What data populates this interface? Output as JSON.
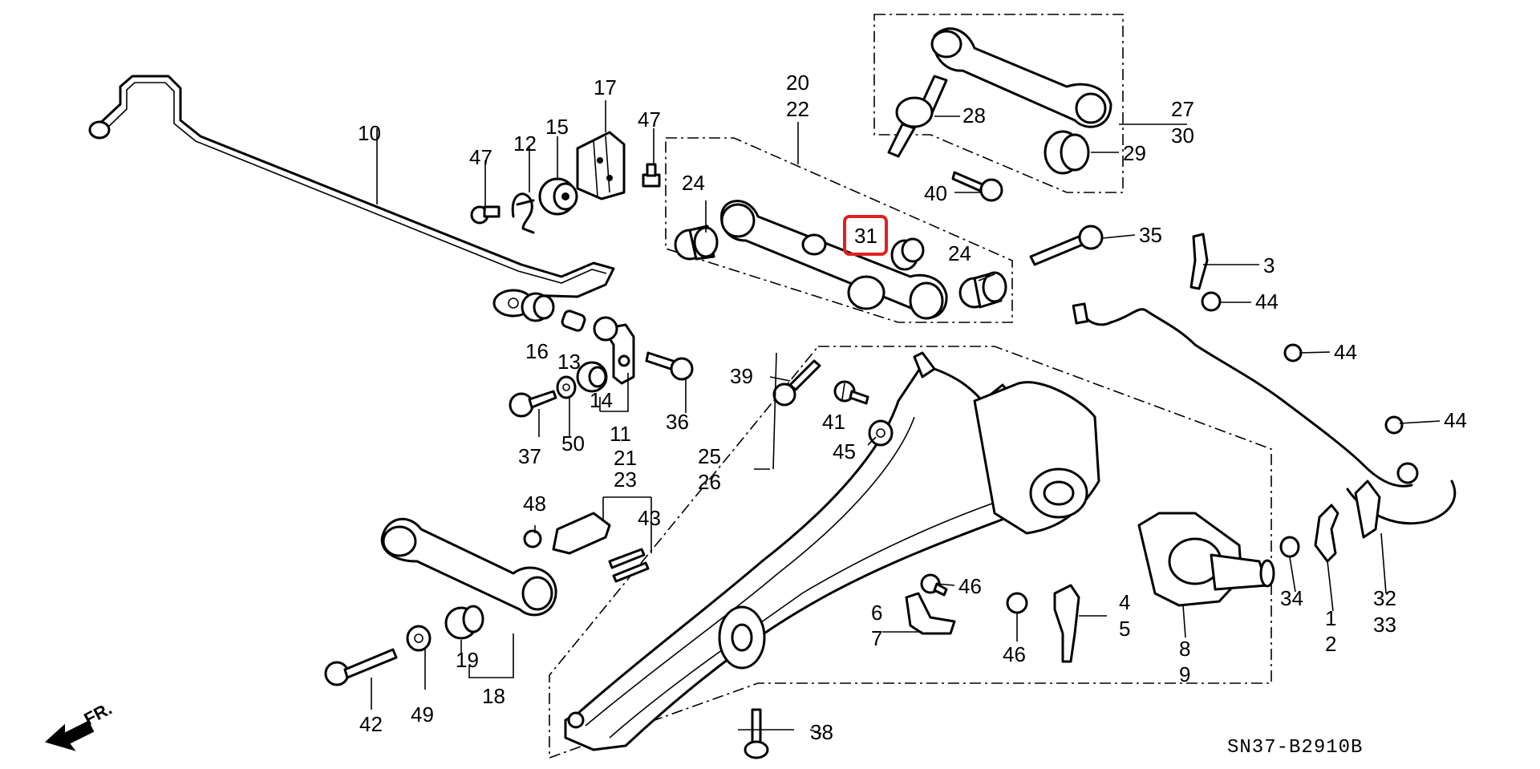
{
  "diagram_code": "SN37-B2910B",
  "front_indicator": "FR.",
  "highlight_color": "#e02020",
  "highlighted_part": "31",
  "labels": {
    "p1": "1",
    "p2": "2",
    "p3": "3",
    "p4": "4",
    "p5": "5",
    "p6": "6",
    "p7": "7",
    "p8": "8",
    "p9": "9",
    "p10": "10",
    "p11": "11",
    "p12": "12",
    "p13": "13",
    "p14": "14",
    "p15": "15",
    "p16": "16",
    "p17": "17",
    "p18": "18",
    "p19": "19",
    "p20": "20",
    "p21": "21",
    "p22": "22",
    "p23": "23",
    "p24a": "24",
    "p24b": "24",
    "p25": "25",
    "p26": "26",
    "p27": "27",
    "p28": "28",
    "p29": "29",
    "p30": "30",
    "p31": "31",
    "p32": "32",
    "p33": "33",
    "p34": "34",
    "p35": "35",
    "p36": "36",
    "p37": "37",
    "p38": "38",
    "p39": "39",
    "p40": "40",
    "p41": "41",
    "p42": "42",
    "p43": "43",
    "p44a": "44",
    "p44b": "44",
    "p44c": "44",
    "p45": "45",
    "p46a": "46",
    "p46b": "46",
    "p47a": "47",
    "p47b": "47",
    "p48": "48",
    "p49": "49",
    "p50": "50"
  }
}
